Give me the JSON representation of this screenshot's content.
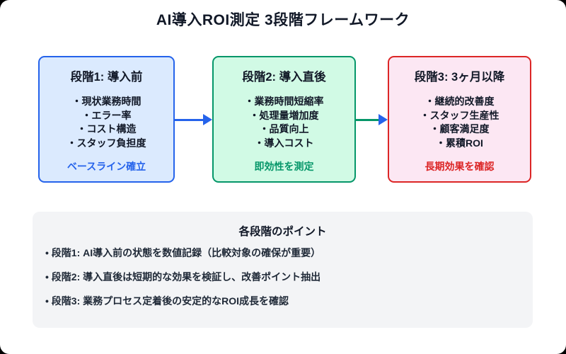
{
  "page": {
    "title": "AI導入ROI測定 3段階フレームワーク"
  },
  "stages": [
    {
      "title": "段階1: 導入前",
      "items": [
        "・現状業務時間",
        "・エラー率",
        "・コスト構造",
        "・スタッフ負担度"
      ],
      "footer": "ベースライン確立",
      "border_color": "#2563eb",
      "bg_color": "#dbeafe",
      "footer_color": "#2563eb"
    },
    {
      "title": "段階2: 導入直後",
      "items": [
        "・業務時間短縮率",
        "・処理量増加度",
        "・品質向上",
        "・導入コスト"
      ],
      "footer": "即効性を測定",
      "border_color": "#059669",
      "bg_color": "#d1fae5",
      "footer_color": "#059669"
    },
    {
      "title": "段階3: 3ヶ月以降",
      "items": [
        "・継続的改善度",
        "・スタッフ生産性",
        "・顧客満足度",
        "・累積ROI"
      ],
      "footer": "長期効果を確認",
      "border_color": "#dc2626",
      "bg_color": "#fce7f3",
      "footer_color": "#dc2626"
    }
  ],
  "arrows": {
    "arrow1_color": "#2563eb",
    "arrow2_line_color": "#059669",
    "arrowhead_color": "#2563eb"
  },
  "points_panel": {
    "title": "各段階のポイント",
    "bullets": [
      "• 段階1: AI導入前の状態を数値記録（比較対象の確保が重要）",
      "• 段階2: 導入直後は短期的な効果を検証し、改善ポイント抽出",
      "• 段階3: 業務プロセス定着後の安定的なROI成長を確認"
    ],
    "bg_color": "#f3f4f6"
  }
}
